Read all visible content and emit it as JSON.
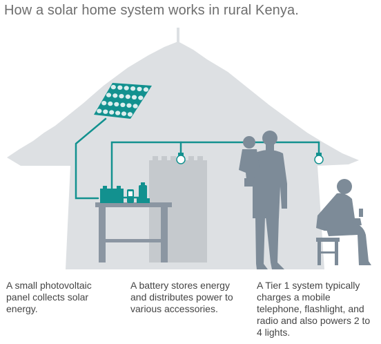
{
  "title": "How a solar home system works in rural Kenya.",
  "captions": [
    "A small photovoltaic panel collects solar energy.",
    "A battery stores energy and distributes power to various accessories.",
    "A Tier 1 system typically charges a mobile telephone, flashlight, and radio and also powers 2 to 4 lights."
  ],
  "colors": {
    "house": "#dde0e3",
    "door": "#c5c9cd",
    "table": "#8b96a2",
    "people": "#7d8b98",
    "accent": "#12918f"
  }
}
